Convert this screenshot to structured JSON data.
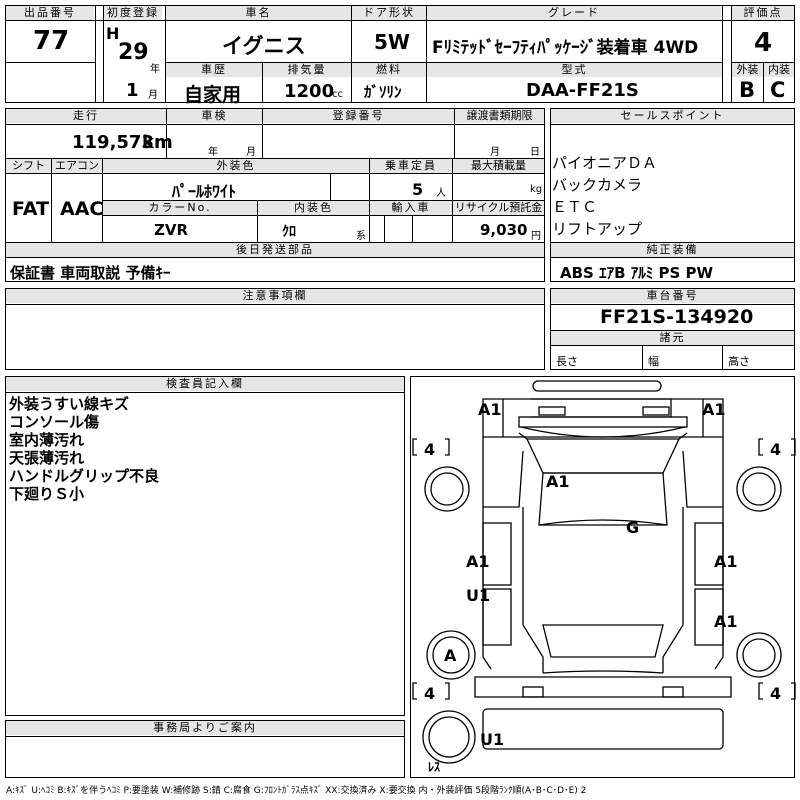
{
  "header": {
    "lot_label": "出品番号",
    "lot": "77",
    "first_reg_label": "初度登録",
    "era": "H",
    "year": "29",
    "year_unit": "年",
    "month": "1",
    "month_unit": "月",
    "car_name_label": "車名",
    "car_name": "イグニス",
    "door_label": "ドア形状",
    "door": "5W",
    "grade_label": "グレード",
    "grade": "Fﾘﾐﾃｯﾄﾞｾｰﾌﾃｨﾊﾟｯｹｰｼﾞ装着車 4WD",
    "score_label": "評価点",
    "score": "4",
    "history_label": "車歴",
    "history": "自家用",
    "displacement_label": "排気量",
    "displacement": "1200",
    "displacement_unit": "cc",
    "fuel_label": "燃料",
    "fuel": "ｶﾞｿﾘﾝ",
    "model_label": "型式",
    "model": "DAA-FF21S",
    "exterior_label": "外装",
    "exterior": "B",
    "interior_label": "内装",
    "interior": "C"
  },
  "row2": {
    "mileage_label": "走行",
    "mileage": "119,573",
    "mileage_unit": "km",
    "inspection_label": "車検",
    "inspection_year": "年",
    "inspection_month": "月",
    "reg_no_label": "登録番号",
    "transfer_label": "譲渡書類期限",
    "transfer_month": "月",
    "transfer_day": "日",
    "shift_label": "シフト",
    "shift": "FAT",
    "ac_label": "エアコン",
    "ac": "AAC",
    "color_label": "外装色",
    "color": "ﾊﾟｰﾙﾎﾜｲﾄ",
    "capacity_label": "乗車定員",
    "capacity": "5",
    "capacity_unit": "人",
    "load_label": "最大積載量",
    "load_unit": "kg",
    "color_no_label": "カラーNo.",
    "color_no": "ZVR",
    "int_color_label": "内装色",
    "int_color": "ｸﾛ",
    "int_color_unit": "系",
    "import_label": "輸入車",
    "recycle_label": "リサイクル預託金",
    "recycle": "9,030",
    "recycle_unit": "円"
  },
  "later_parts": {
    "label": "後日発送部品",
    "text": "保証書 車両取説 予備ｷｰ"
  },
  "sales_points": {
    "label": "セールスポイント",
    "items": [
      "パイオニアＤＡ",
      "バックカメラ",
      "ＥＴＣ",
      "リフトアップ"
    ]
  },
  "equipment": {
    "label": "純正装備",
    "text": "ABS ｴｱB ｱﾙﾐ PS PW"
  },
  "notes": {
    "label": "注意事項欄"
  },
  "chassis": {
    "label": "車台番号",
    "value": "FF21S-134920",
    "specs_label": "諸元",
    "length": "長さ",
    "width": "幅",
    "height": "高さ"
  },
  "inspector": {
    "label": "検査員記入欄",
    "lines": [
      "外装うすい線キズ",
      "コンソール傷",
      "室内薄汚れ",
      "天張薄汚れ",
      "ハンドルグリップ不良",
      "下廻りＳ小"
    ]
  },
  "office": {
    "label": "事務局よりご案内"
  },
  "diagram": {
    "marks": [
      "A1",
      "A1",
      "A1",
      "G",
      "A1",
      "A1",
      "U1",
      "A1",
      "A",
      "U1"
    ],
    "tire_fl": "4",
    "tire_fr": "4",
    "tire_rl": "4",
    "tire_rr": "4",
    "spare": "ﾚｽ"
  },
  "legend": "A:ｷｽﾞ U:ﾍｺﾐ B:ｷｽﾞを伴うﾍｺﾐ P:要塗装 W:補修跡 S:錆 C:腐食 G:ﾌﾛﾝﾄｶﾞﾗｽ点ｷｽﾞ XX:交換済み X:要交換 内・外装評価 5段階ﾗﾝｸ順(A･B･C･D･E) 2"
}
